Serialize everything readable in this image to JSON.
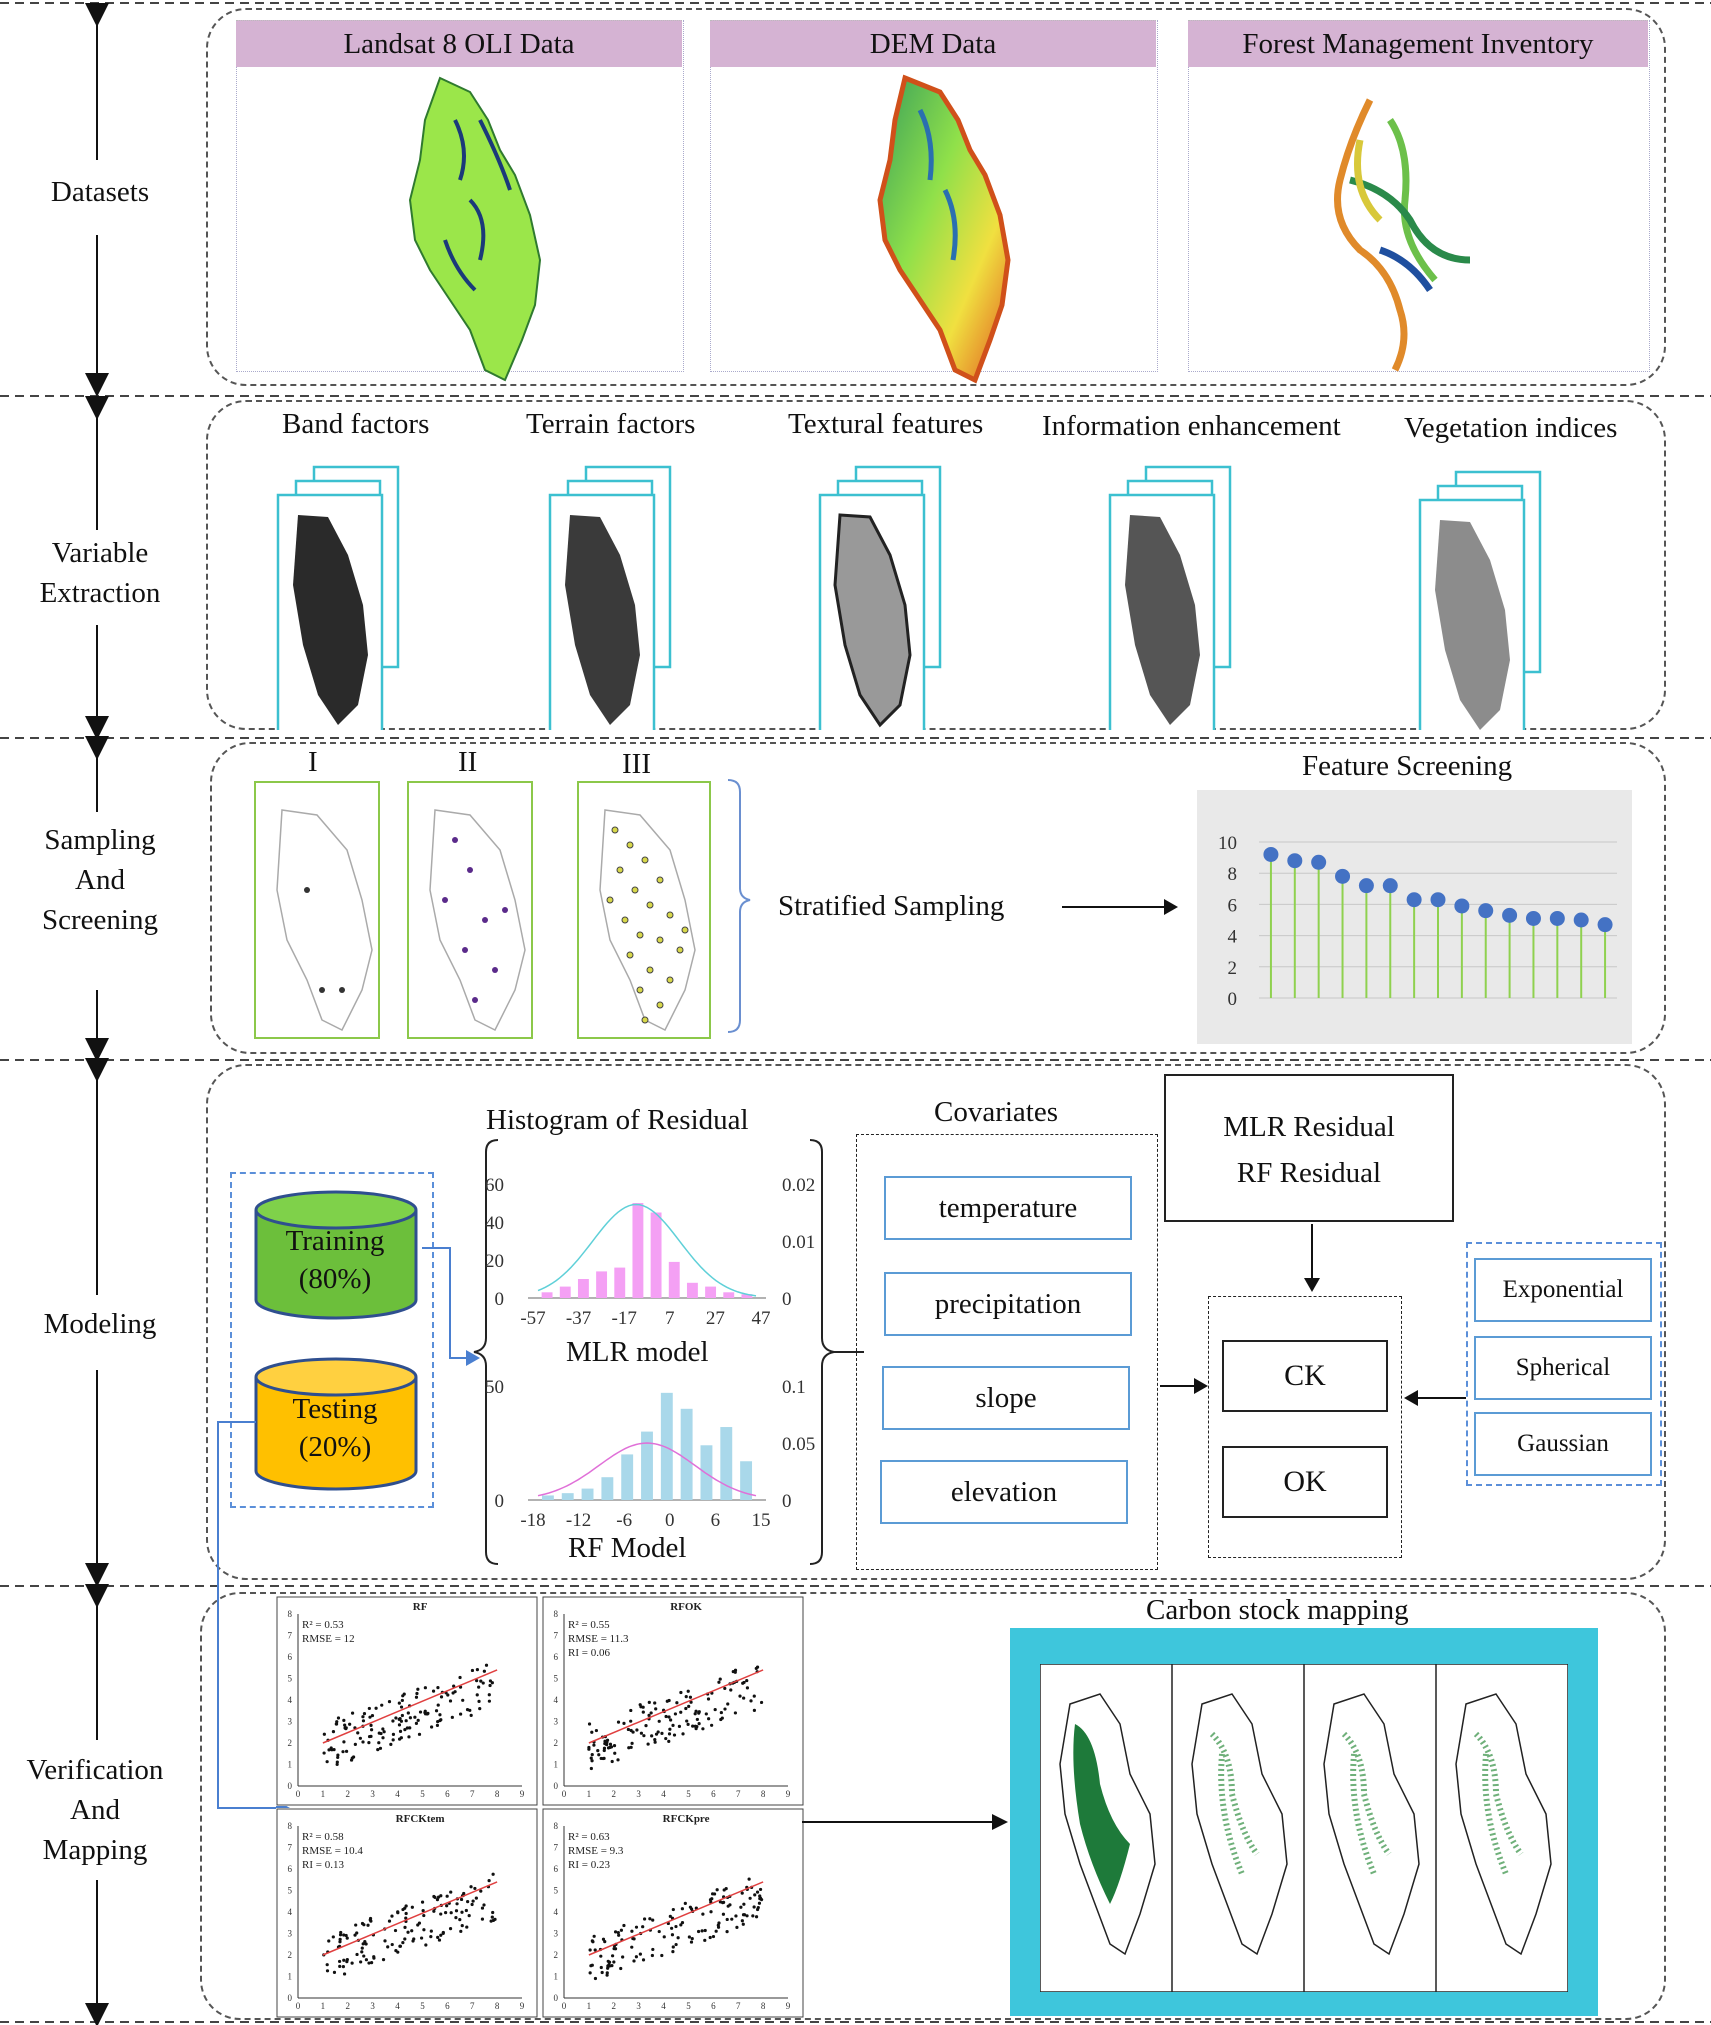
{
  "stages": {
    "datasets": "Datasets",
    "variable_extraction": [
      "Variable",
      "Extraction"
    ],
    "sampling": [
      "Sampling",
      "And",
      "Screening"
    ],
    "modeling": "Modeling",
    "verification": [
      "Verification",
      "And",
      "Mapping"
    ]
  },
  "datasets": {
    "landsat": "Landsat 8 OLI Data",
    "dem": "DEM Data",
    "inventory": "Forest Management Inventory"
  },
  "variables": {
    "band": "Band  factors",
    "terrain": "Terrain factors",
    "textural": "Textural features",
    "information": "Information enhancement",
    "vegetation": "Vegetation indices"
  },
  "sampling": {
    "set_i": "I",
    "set_ii": "II",
    "set_iii": "III",
    "stratified": "Stratified Sampling",
    "feature_title": "Feature Screening"
  },
  "chart_data": [
    {
      "type": "scatter",
      "title": "Feature Screening",
      "y": [
        9.2,
        8.8,
        8.7,
        7.8,
        7.2,
        7.2,
        6.3,
        6.3,
        5.9,
        5.6,
        5.3,
        5.1,
        5.1,
        5.0,
        4.7
      ],
      "ylim": [
        0,
        10
      ],
      "yticks": [
        0,
        2,
        4,
        6,
        8,
        10
      ],
      "grid": true
    },
    {
      "type": "bar",
      "title": "MLR model",
      "xticks": [
        "-57",
        "-37",
        "-17",
        "7",
        "27",
        "47"
      ],
      "values": [
        3,
        6,
        10,
        14,
        16,
        50,
        45,
        19,
        8,
        6,
        3,
        2
      ],
      "ylim": [
        0,
        60
      ],
      "yticks": [
        0,
        20,
        40,
        60
      ],
      "y2ticks": [
        "0",
        "0.01",
        "0.02"
      ]
    },
    {
      "type": "bar",
      "title": "RF Model",
      "xticks": [
        "-18",
        "-12",
        "-6",
        "0",
        "6",
        "15"
      ],
      "values": [
        2,
        3,
        5,
        10,
        20,
        30,
        47,
        40,
        24,
        32,
        17
      ],
      "ylim": [
        0,
        50
      ],
      "yticks": [
        0,
        50
      ],
      "y2ticks": [
        "0",
        "0.05",
        "0.1"
      ]
    },
    {
      "type": "scatter",
      "title": "RF",
      "annotations": [
        "R² = 0.53",
        "RMSE = 12"
      ],
      "xlim": [
        0,
        9
      ],
      "ylim": [
        0,
        8
      ]
    },
    {
      "type": "scatter",
      "title": "RFOK",
      "annotations": [
        "R² = 0.55",
        "RMSE = 11.3",
        "RI = 0.06"
      ],
      "xlim": [
        0,
        9
      ],
      "ylim": [
        0,
        8
      ]
    },
    {
      "type": "scatter",
      "title": "RFCKtem",
      "annotations": [
        "R² = 0.58",
        "RMSE = 10.4",
        "RI = 0.13"
      ],
      "xlim": [
        0,
        9
      ],
      "ylim": [
        0,
        8
      ]
    },
    {
      "type": "scatter",
      "title": "RFCKpre",
      "annotations": [
        "R² = 0.63",
        "RMSE = 9.3",
        "RI = 0.23"
      ],
      "xlim": [
        0,
        9
      ],
      "ylim": [
        0,
        8
      ]
    }
  ],
  "modeling": {
    "training": [
      "Training",
      "(80%)"
    ],
    "testing": [
      "Testing",
      "(20%)"
    ],
    "histogram_title": "Histogram of  Residual",
    "mlr_model": "MLR model",
    "rf_model": "RF Model",
    "covariates_title": "Covariates",
    "covariates": [
      "temperature",
      "precipitation",
      "slope",
      "elevation"
    ],
    "residuals": [
      "MLR Residual",
      "RF Residual"
    ],
    "ck": "CK",
    "ok": "OK",
    "variograms": [
      "Exponential",
      "Spherical",
      "Gaussian"
    ]
  },
  "mapping": {
    "title": "Carbon stock mapping"
  },
  "colors": {
    "header": "#d5b3d3",
    "frame": "#4fc3d9",
    "stem": "#8fd14f",
    "dot": "#4472c4",
    "mlr_bar": "#f4a0f4",
    "rf_bar": "#a9d8ea",
    "cylinder_train": "#6cbf3b",
    "cylinder_test": "#ffc000",
    "map_frame": "#3ec6dc"
  }
}
